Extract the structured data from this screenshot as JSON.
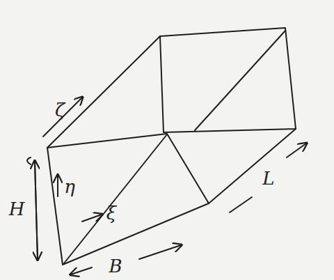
{
  "diagram": {
    "labels": [
      "ζ",
      "H",
      "η",
      "ξ",
      "B",
      "L"
    ]
  }
}
